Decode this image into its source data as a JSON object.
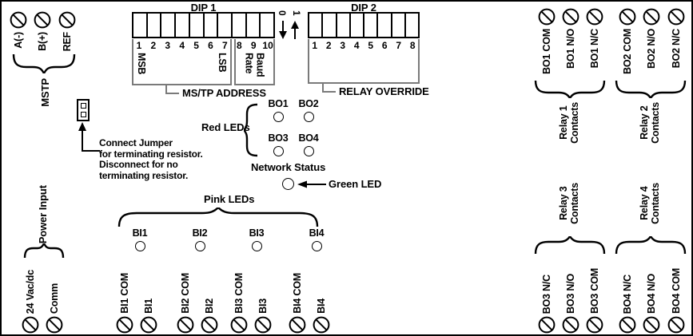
{
  "mstp": {
    "group_label": "MSTP",
    "terminals": [
      "A(-)",
      "B(+)",
      "REF"
    ]
  },
  "dip1": {
    "title": "DIP 1",
    "numbers": [
      "1",
      "2",
      "3",
      "4",
      "5",
      "6",
      "7",
      "8",
      "9",
      "10"
    ],
    "msb": "MSB",
    "lsb": "LSB",
    "baud": "Baud\nRate",
    "address_label": "MS/TP ADDRESS"
  },
  "switch_positions": {
    "off": "0",
    "on": "1"
  },
  "dip2": {
    "title": "DIP 2",
    "numbers": [
      "1",
      "2",
      "3",
      "4",
      "5",
      "6",
      "7",
      "8"
    ],
    "override_label": "RELAY OVERRIDE"
  },
  "red_leds": {
    "label": "Red LEDs",
    "items": [
      "BO1",
      "BO2",
      "BO3",
      "BO4"
    ]
  },
  "network_status": {
    "label": "Network Status",
    "led_label": "Green LED"
  },
  "jumper": {
    "note": "Connect Jumper\nfor terminating resistor.\nDisconnect for no\nterminating resistor."
  },
  "pink_leds": {
    "label": "Pink LEDs",
    "items": [
      "BI1",
      "BI2",
      "BI3",
      "BI4"
    ]
  },
  "power": {
    "label": "Power Input",
    "terminals": [
      "24 Vac/dc",
      "Comm"
    ]
  },
  "bi_terminals": [
    "BI1 COM",
    "BI1",
    "BI2 COM",
    "BI2",
    "BI3 COM",
    "BI3",
    "BI4 COM",
    "BI4"
  ],
  "relays": [
    {
      "name": "Relay 1\nContacts",
      "terminals": [
        "BO1 COM",
        "BO1 N/O",
        "BO1 N/C"
      ]
    },
    {
      "name": "Relay 2\nContacts",
      "terminals": [
        "BO2 COM",
        "BO2 N/O",
        "BO2 N/C"
      ]
    },
    {
      "name": "Relay 3\nContacts",
      "terminals": [
        "BO3 N/C",
        "BO3 N/O",
        "BO3 COM"
      ]
    },
    {
      "name": "Relay 4\nContacts",
      "terminals": [
        "BO4 N/C",
        "BO4 N/O",
        "BO4 COM"
      ]
    }
  ],
  "colors": {
    "line": "#000000",
    "bracket_gray": "#7a7a7a",
    "background": "#ffffff"
  }
}
